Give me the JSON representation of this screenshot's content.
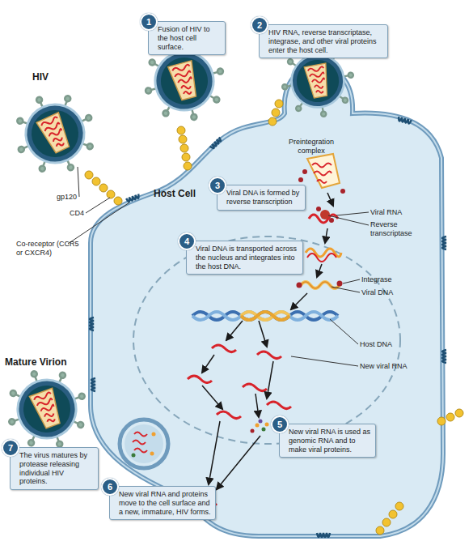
{
  "diagram": {
    "nodes": [
      {
        "text": [
          "1",
          "Fusion of HIV to the host cell surface."
        ]
      },
      {
        "text": [
          "2",
          "HIV RNA, reverse transcriptase, integrase, and other viral proteins enter the host cell."
        ]
      },
      {
        "text": [
          "3",
          "Viral DNA is formed by reverse transcription"
        ]
      },
      {
        "text": [
          "4",
          "Viral DNA is transported across the nucleus and integrates into the host DNA."
        ]
      },
      {
        "text": [
          "5",
          "New viral RNA is used as genomic RNA and to make viral proteins."
        ]
      },
      {
        "text": [
          "6",
          "New viral RNA and proteins move to the cell surface and a new, immature, HIV forms."
        ]
      },
      {
        "text": [
          "7",
          "The virus matures by protease releasing individual HIV proteins."
        ]
      }
    ],
    "labels": [
      "HIV",
      "gp120",
      "CD4",
      "Co-receptor (CCR5 or CXCR4)",
      "Host Cell",
      "Preintegration complex",
      "Viral RNA",
      "Reverse transcriptase",
      "Integrase",
      "Viral DNA",
      "Host DNA",
      "New viral RNA",
      "Mature Virion"
    ]
  }
}
